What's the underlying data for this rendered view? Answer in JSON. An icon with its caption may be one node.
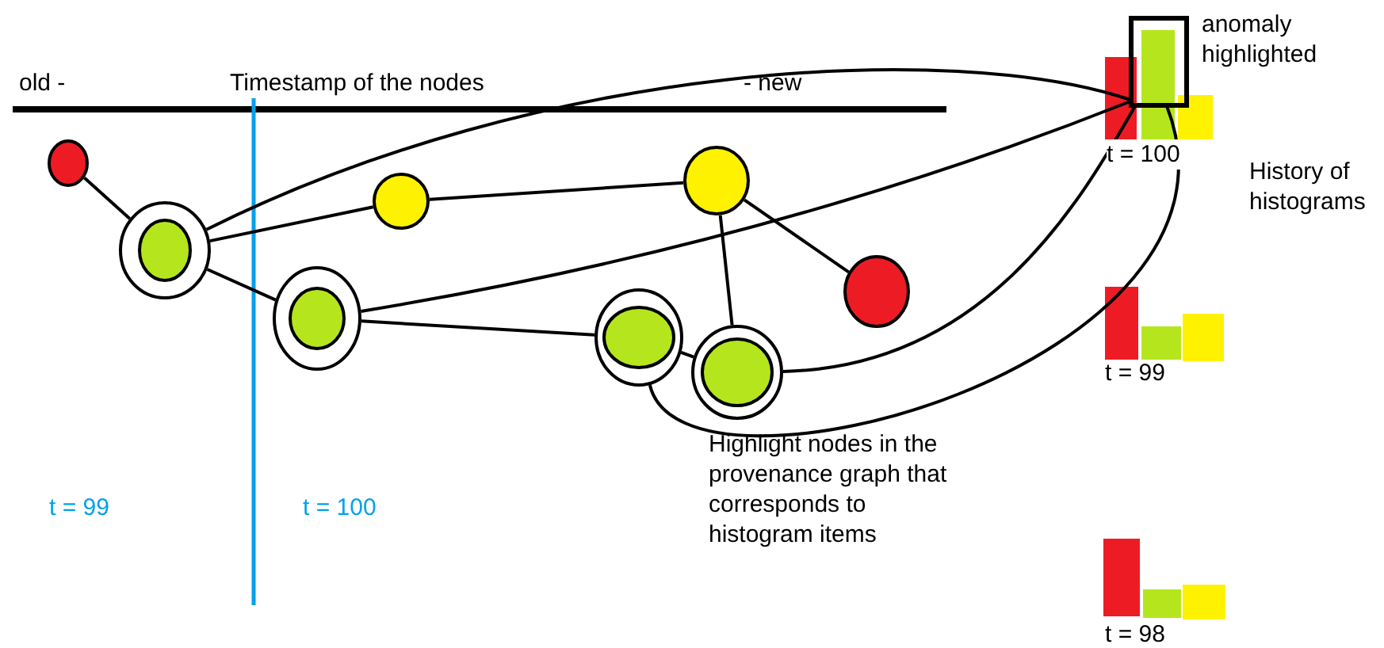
{
  "diagram": {
    "nodes": [
      {
        "text": [],
        "shape": "circle"
      },
      {
        "text": [],
        "shape": "circle"
      },
      {
        "text": [],
        "shape": "circle"
      },
      {
        "text": [],
        "shape": "circle"
      },
      {
        "text": [],
        "shape": "circle"
      },
      {
        "text": [],
        "shape": "circle"
      },
      {
        "text": [],
        "shape": "circle"
      },
      {
        "text": [],
        "shape": "circle"
      },
      {
        "text": [],
        "shape": "box",
        "beside": [
          "anomaly highlighted"
        ]
      }
    ],
    "edges": [
      {
        "from": 0,
        "to": 1,
        "arrow": "none"
      },
      {
        "from": 1,
        "to": 2,
        "arrow": "none"
      },
      {
        "from": 1,
        "to": 3,
        "arrow": "none"
      },
      {
        "from": 2,
        "to": 4,
        "arrow": "none"
      },
      {
        "from": 4,
        "to": 5,
        "arrow": "none"
      },
      {
        "from": 4,
        "to": 7,
        "arrow": "none"
      },
      {
        "from": 3,
        "to": 6,
        "arrow": "none"
      },
      {
        "from": 6,
        "to": 7,
        "arrow": "none"
      },
      {
        "from": 1,
        "to": 8,
        "arrow": "none"
      },
      {
        "from": 3,
        "to": 8,
        "arrow": "none"
      },
      {
        "from": 7,
        "to": 8,
        "arrow": "none"
      },
      {
        "from": 6,
        "to": 8,
        "arrow": "none"
      }
    ],
    "labels": [
      "old -",
      "Timestamp of the nodes",
      "- new",
      "t = 100",
      "History of histograms",
      "t = 99",
      "Highlight nodes in the provenance graph that corresponds to histogram items",
      "t = 99",
      "t = 100",
      "t = 98"
    ]
  }
}
